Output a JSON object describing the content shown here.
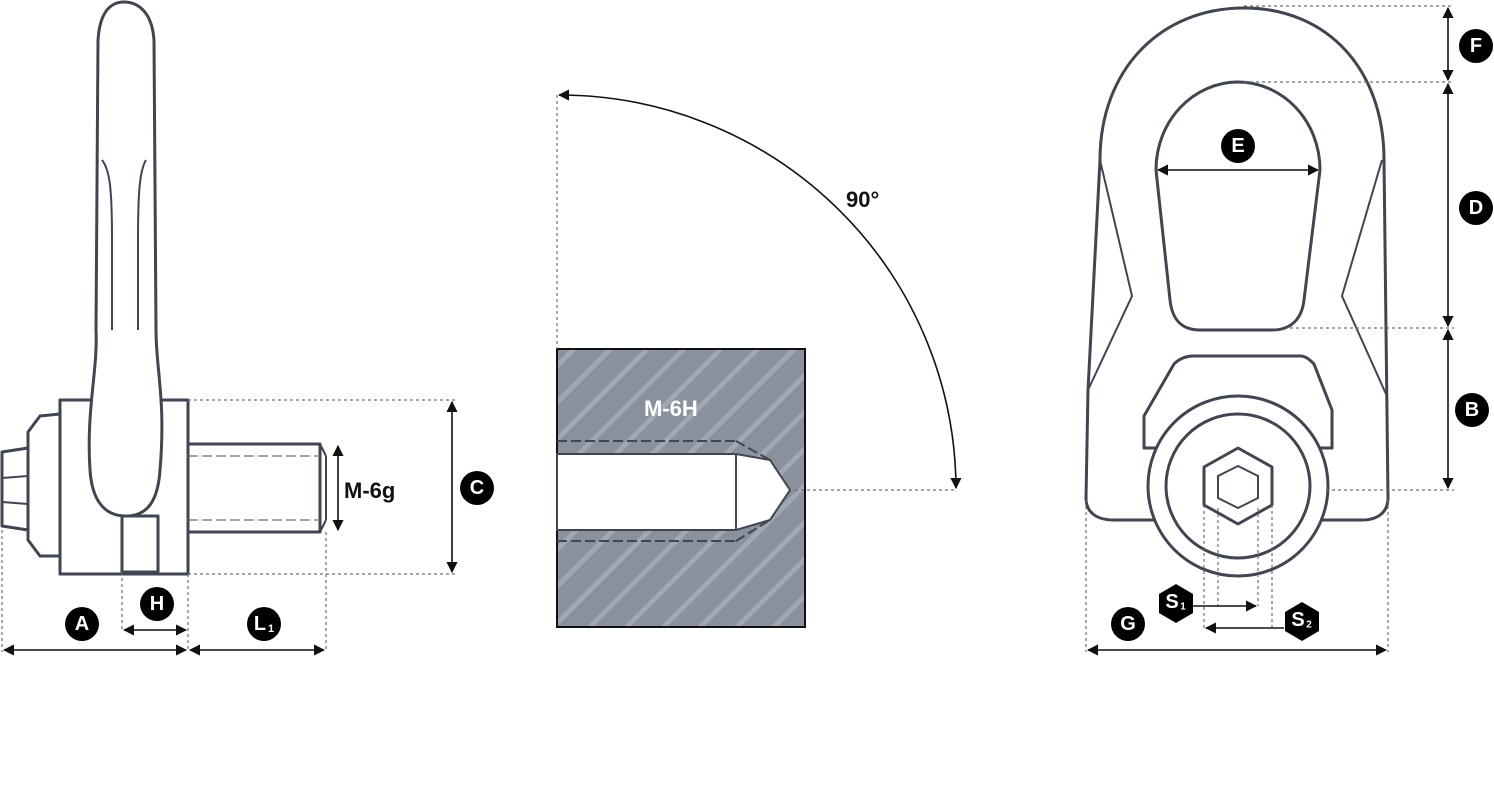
{
  "labels": {
    "A": "A",
    "H": "H",
    "L1_main": "L",
    "L1_sub": "1",
    "C": "C",
    "thread_male": "M-6g",
    "thread_female": "M-6H",
    "angle": "90°",
    "F": "F",
    "D": "D",
    "B": "B",
    "E": "E",
    "G": "G",
    "S1_main": "S",
    "S1_sub": "1",
    "S2_main": "S",
    "S2_sub": "2"
  },
  "colors": {
    "outline": "#3f4651",
    "block_fill": "#8a919c",
    "badge": "#000000"
  }
}
